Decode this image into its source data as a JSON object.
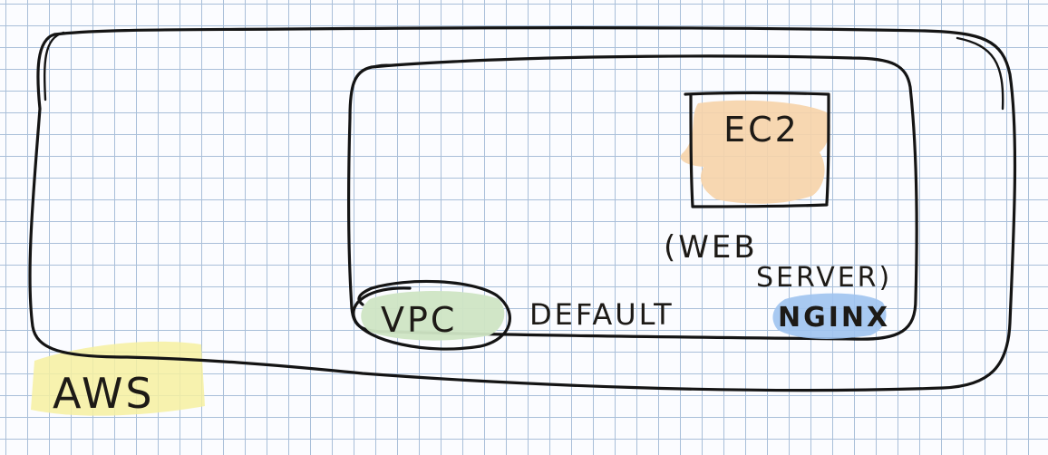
{
  "diagram": {
    "aws": {
      "label": "AWS",
      "highlight_color": "#f6f0a0"
    },
    "vpc": {
      "label": "VPC",
      "qualifier": "DEFAULT",
      "highlight_color": "#cfe5c4"
    },
    "ec2": {
      "label": "EC2",
      "highlight_color": "#f6d3a8"
    },
    "web_server_note": {
      "line1": "(WEB",
      "line2": "SERVER)"
    },
    "nginx": {
      "label": "NGINX",
      "highlight_color": "#9fc3ef"
    },
    "ink_color": "#141414",
    "grid_color": "#a9bfd9"
  }
}
